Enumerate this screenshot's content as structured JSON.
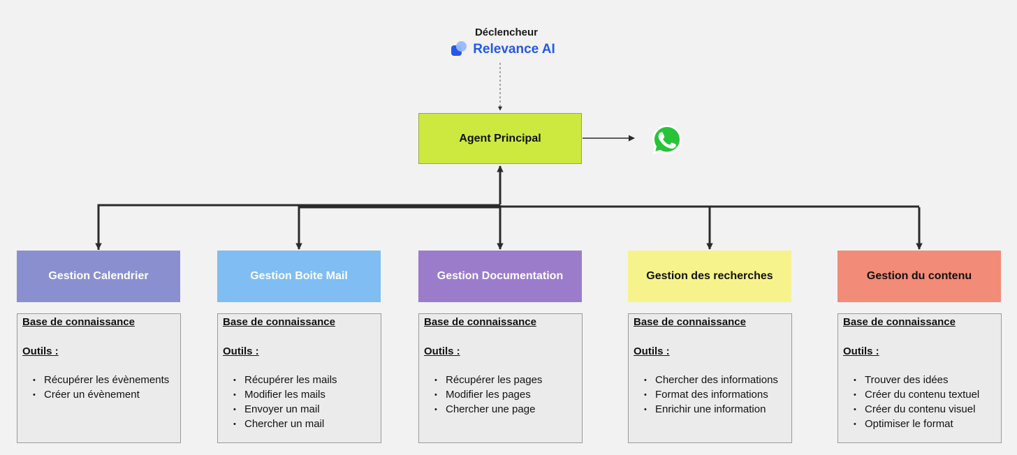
{
  "trigger": {
    "label": "Déclencheur",
    "brand": "Relevance AI",
    "brand_icon": "relevance-ai-logo-icon",
    "brand_color": "#2459e8"
  },
  "agent": {
    "label": "Agent Principal",
    "color": "#cde940"
  },
  "output_icon": "whatsapp-icon",
  "modules": [
    {
      "title": "Gestion Calendrier",
      "color": "#8a90cf",
      "text_color": "#ffffff",
      "kb_label": "Base de connaissance",
      "tools_label": "Outils :",
      "tools": [
        "Récupérer les évènements",
        "Créer un évènement"
      ]
    },
    {
      "title": "Gestion Boite Mail",
      "color": "#7fbdf3",
      "text_color": "#ffffff",
      "kb_label": "Base de connaissance",
      "tools_label": "Outils :",
      "tools": [
        "Récupérer les mails",
        "Modifier les mails",
        "Envoyer un mail",
        "Chercher un mail"
      ]
    },
    {
      "title": "Gestion Documentation",
      "color": "#9b7ccb",
      "text_color": "#ffffff",
      "kb_label": "Base de connaissance",
      "tools_label": "Outils :",
      "tools": [
        "Récupérer les pages",
        "Modifier les pages",
        "Chercher une page"
      ]
    },
    {
      "title": "Gestion des recherches",
      "color": "#f7f38c",
      "text_color": "#111111",
      "kb_label": "Base de connaissance",
      "tools_label": "Outils :",
      "tools": [
        "Chercher des informations",
        "Format des informations",
        "Enrichir une information"
      ]
    },
    {
      "title": "Gestion du contenu",
      "color": "#f28b78",
      "text_color": "#111111",
      "kb_label": "Base de connaissance",
      "tools_label": "Outils :",
      "tools": [
        "Trouver des idées",
        "Créer du contenu textuel",
        "Créer du contenu visuel",
        "Optimiser le format"
      ]
    }
  ]
}
